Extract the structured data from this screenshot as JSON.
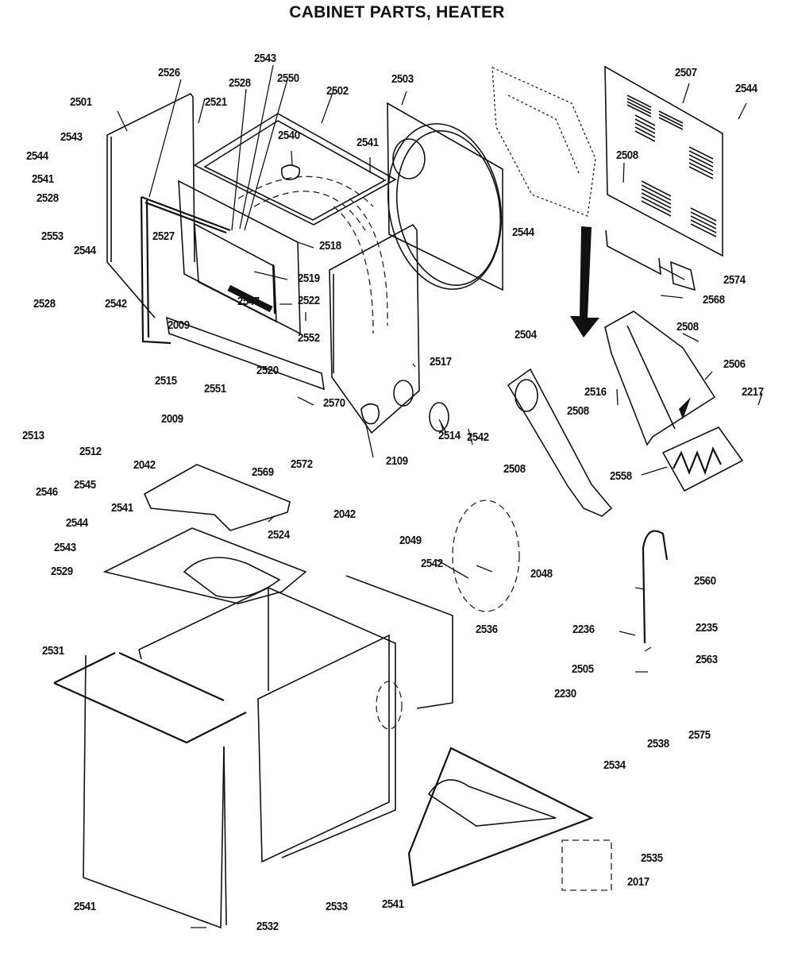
{
  "title": "CABINET PARTS, HEATER",
  "colors": {
    "ink": "#111111",
    "paper": "#ffffff"
  },
  "callouts": [
    {
      "id": "2543a",
      "label": "2543"
    },
    {
      "id": "2526",
      "label": "2526"
    },
    {
      "id": "2528a",
      "label": "2528"
    },
    {
      "id": "2550",
      "label": "2550"
    },
    {
      "id": "2502",
      "label": "2502"
    },
    {
      "id": "2503",
      "label": "2503"
    },
    {
      "id": "2507",
      "label": "2507"
    },
    {
      "id": "2544a",
      "label": "2544"
    },
    {
      "id": "2501",
      "label": "2501"
    },
    {
      "id": "2521",
      "label": "2521"
    },
    {
      "id": "2543b",
      "label": "2543"
    },
    {
      "id": "2540",
      "label": "2540"
    },
    {
      "id": "2541a",
      "label": "2541"
    },
    {
      "id": "2544b",
      "label": "2544"
    },
    {
      "id": "2541b",
      "label": "2541"
    },
    {
      "id": "2528b",
      "label": "2528"
    },
    {
      "id": "2508a",
      "label": "2508"
    },
    {
      "id": "2553",
      "label": "2553"
    },
    {
      "id": "2527",
      "label": "2527"
    },
    {
      "id": "2518",
      "label": "2518"
    },
    {
      "id": "2544c",
      "label": "2544"
    },
    {
      "id": "2544d",
      "label": "2544"
    },
    {
      "id": "2519",
      "label": "2519"
    },
    {
      "id": "2574",
      "label": "2574"
    },
    {
      "id": "2542a",
      "label": "2542"
    },
    {
      "id": "2547",
      "label": "2547"
    },
    {
      "id": "2522",
      "label": "2522"
    },
    {
      "id": "2568",
      "label": "2568"
    },
    {
      "id": "2528c",
      "label": "2528"
    },
    {
      "id": "2009a",
      "label": "2009"
    },
    {
      "id": "2552",
      "label": "2552"
    },
    {
      "id": "2508b",
      "label": "2508"
    },
    {
      "id": "2504",
      "label": "2504"
    },
    {
      "id": "2515",
      "label": "2515"
    },
    {
      "id": "2520",
      "label": "2520"
    },
    {
      "id": "2517",
      "label": "2517"
    },
    {
      "id": "2506",
      "label": "2506"
    },
    {
      "id": "2551",
      "label": "2551"
    },
    {
      "id": "2516",
      "label": "2516"
    },
    {
      "id": "2217",
      "label": "2217"
    },
    {
      "id": "2570",
      "label": "2570"
    },
    {
      "id": "2508c",
      "label": "2508"
    },
    {
      "id": "2009b",
      "label": "2009"
    },
    {
      "id": "2542b",
      "label": "2542"
    },
    {
      "id": "2513",
      "label": "2513"
    },
    {
      "id": "2514",
      "label": "2514"
    },
    {
      "id": "2512",
      "label": "2512"
    },
    {
      "id": "2572",
      "label": "2572"
    },
    {
      "id": "2109",
      "label": "2109"
    },
    {
      "id": "2508d",
      "label": "2508"
    },
    {
      "id": "2558",
      "label": "2558"
    },
    {
      "id": "2546",
      "label": "2546"
    },
    {
      "id": "2545",
      "label": "2545"
    },
    {
      "id": "2042a",
      "label": "2042"
    },
    {
      "id": "2569",
      "label": "2569"
    },
    {
      "id": "2541c",
      "label": "2541"
    },
    {
      "id": "2042b",
      "label": "2042"
    },
    {
      "id": "2544e",
      "label": "2544"
    },
    {
      "id": "2524",
      "label": "2524"
    },
    {
      "id": "2543c",
      "label": "2543"
    },
    {
      "id": "2049",
      "label": "2049"
    },
    {
      "id": "2542c",
      "label": "2542"
    },
    {
      "id": "2529",
      "label": "2529"
    },
    {
      "id": "2048",
      "label": "2048"
    },
    {
      "id": "2560",
      "label": "2560"
    },
    {
      "id": "2236",
      "label": "2236"
    },
    {
      "id": "2235",
      "label": "2235"
    },
    {
      "id": "2536",
      "label": "2536"
    },
    {
      "id": "2531",
      "label": "2531"
    },
    {
      "id": "2563",
      "label": "2563"
    },
    {
      "id": "2505",
      "label": "2505"
    },
    {
      "id": "2230",
      "label": "2230"
    },
    {
      "id": "2538",
      "label": "2538"
    },
    {
      "id": "2575",
      "label": "2575"
    },
    {
      "id": "2534",
      "label": "2534"
    },
    {
      "id": "2535",
      "label": "2535"
    },
    {
      "id": "2017",
      "label": "2017"
    },
    {
      "id": "2541d",
      "label": "2541"
    },
    {
      "id": "2533",
      "label": "2533"
    },
    {
      "id": "2541e",
      "label": "2541"
    },
    {
      "id": "2532",
      "label": "2532"
    }
  ]
}
